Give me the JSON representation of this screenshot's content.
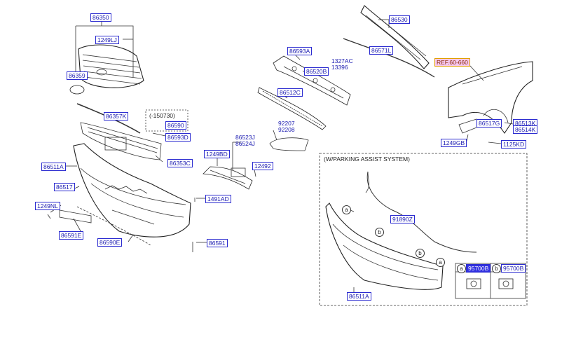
{
  "labels": {
    "l86350": "86350",
    "l1249LJ": "1249LJ",
    "l86359": "86359",
    "l86357K": "86357K",
    "l150730": "(-150730)",
    "l86590": "86590",
    "l86593D": "86593D",
    "l86353C": "86353C",
    "l86511A_main": "86511A",
    "l86517": "86517",
    "l1249NL": "1249NL",
    "l86591E": "86591E",
    "l86590E": "86590E",
    "l1491AD": "1491AD",
    "l86591": "86591",
    "l86530": "86530",
    "l86593A": "86593A",
    "l86571L": "86571L",
    "l1327AC": "1327AC",
    "l13396": "13396",
    "l86520B": "86520B",
    "l86512C": "86512C",
    "l92207": "92207",
    "l92208": "92208",
    "l86523J": "86523J",
    "l86524J": "86524J",
    "l1249BD": "1249BD",
    "l12492": "12492",
    "lREF": "REF.60-660",
    "l86517G": "86517G",
    "l86513K": "86513K",
    "l86514K": "86514K",
    "l1249GB": "1249GB",
    "l1125KD": "1125KD",
    "l91890Z": "91890Z",
    "l86511A_pas": "86511A",
    "l95700B_a": "95700B",
    "l95700B_b": "95700B"
  },
  "parking_group": {
    "title": "(W/PARKING ASSIST SYSTEM)"
  },
  "callouts": {
    "a": "a",
    "b": "b"
  },
  "colors": {
    "label_border": "#2b2bd0",
    "label_text": "#1a1ab0",
    "line": "#333333",
    "ref_fill": "#f6c8f0",
    "selected_fill": "#3030e0"
  }
}
